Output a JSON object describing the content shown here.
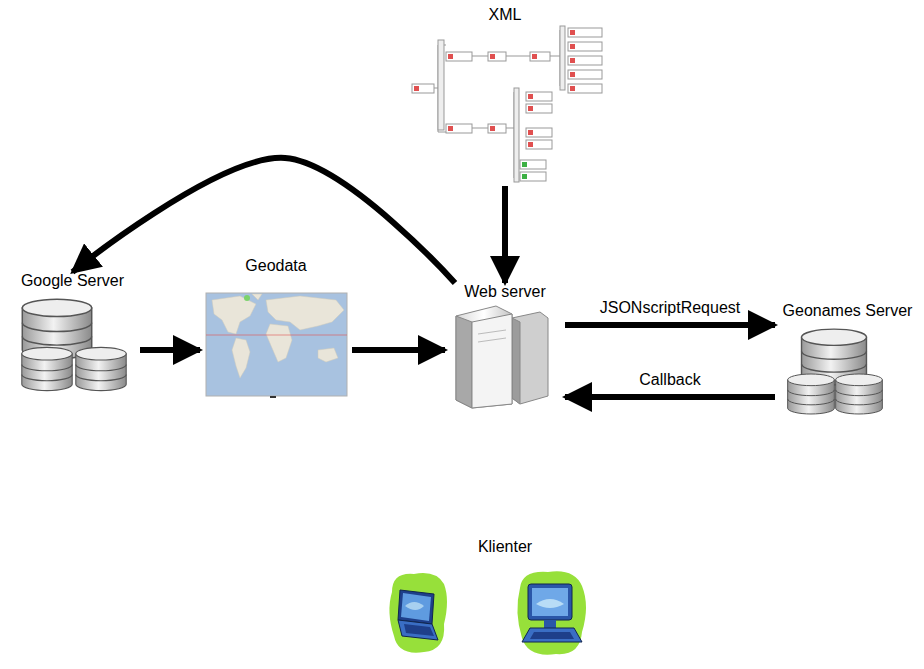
{
  "diagram": {
    "nodes": [
      {
        "text": [
          "XML"
        ]
      },
      {
        "text": [
          "Google Server"
        ]
      },
      {
        "text": [
          "Geodata"
        ]
      },
      {
        "text": [
          "Web server"
        ]
      },
      {
        "text": [
          "Geonames Server"
        ]
      },
      {
        "text": [
          "Klienter"
        ]
      }
    ],
    "edges": [
      {
        "from": 0,
        "to": 3,
        "arrow": "to"
      },
      {
        "from": 3,
        "to": 1,
        "arrow": "to"
      },
      {
        "from": 1,
        "to": 2,
        "arrow": "to"
      },
      {
        "from": 2,
        "to": 3,
        "arrow": "to"
      },
      {
        "from": 3,
        "to": 4,
        "label": "JSONscriptRequest",
        "arrow": "to"
      },
      {
        "from": 4,
        "to": 3,
        "label": "Callback",
        "arrow": "to"
      }
    ]
  }
}
